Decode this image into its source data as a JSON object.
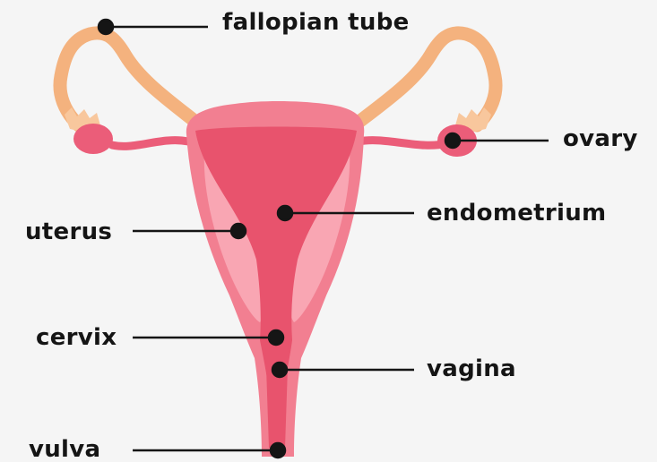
{
  "labels": {
    "fallopian_tube": "fallopian tube",
    "ovary": "ovary",
    "endometrium": "endometrium",
    "uterus": "uterus",
    "cervix": "cervix",
    "vagina": "vagina",
    "vulva": "vulva"
  },
  "colors": {
    "background": "#f5f5f5",
    "tube": "#f4b27e",
    "fimbriae": "#f8c79d",
    "ovary": "#eb5d79",
    "uterus_wall": "#f27f91",
    "uterus_light": "#f9a6b3",
    "cavity": "#e8536d",
    "pointer": "#151515"
  }
}
